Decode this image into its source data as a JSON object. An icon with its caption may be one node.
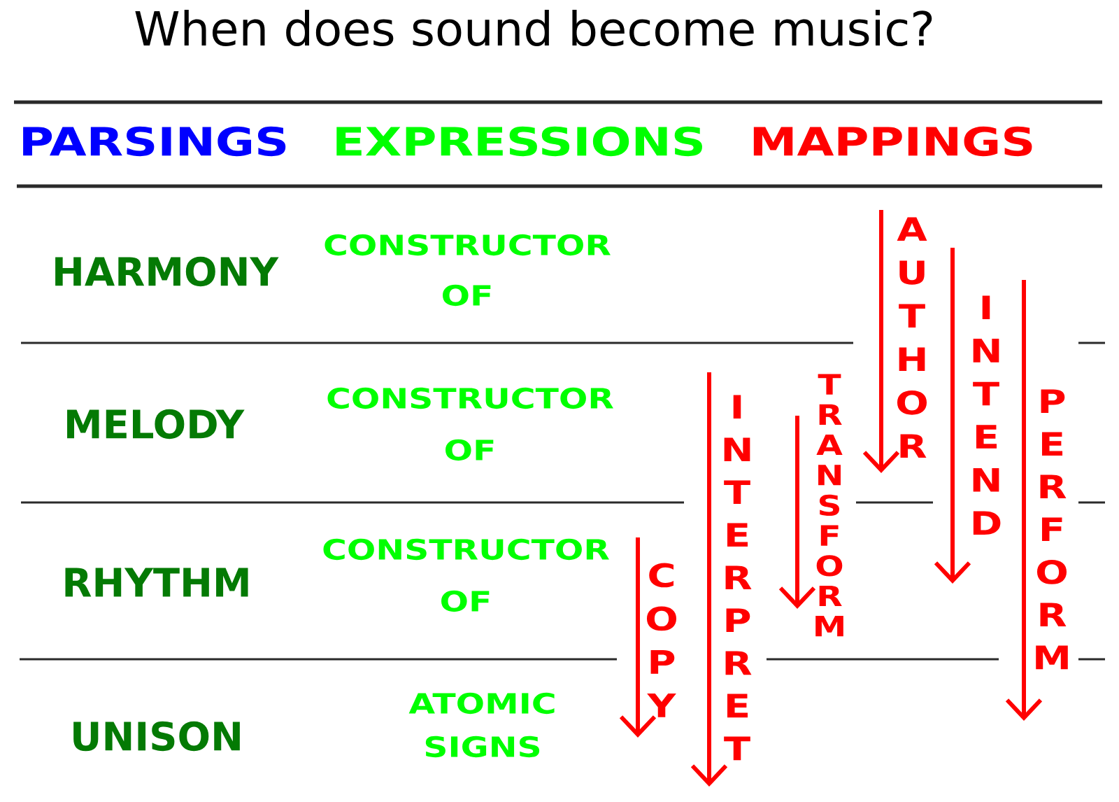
{
  "diagram": {
    "title": "When does sound become music?",
    "labels": [
      "PARSINGS",
      "EXPRESSIONS",
      "MAPPINGS",
      "HARMONY",
      "CONSTRUCTOR OF",
      "AUTHOR",
      "INTEND",
      "MELODY",
      "CONSTRUCTOR OF",
      "INTERPRET",
      "TRANSFORM",
      "PERFORM",
      "RHYTHM",
      "CONSTRUCTOR OF",
      "COPY",
      "UNISON",
      "ATOMIC SIGNS"
    ]
  }
}
